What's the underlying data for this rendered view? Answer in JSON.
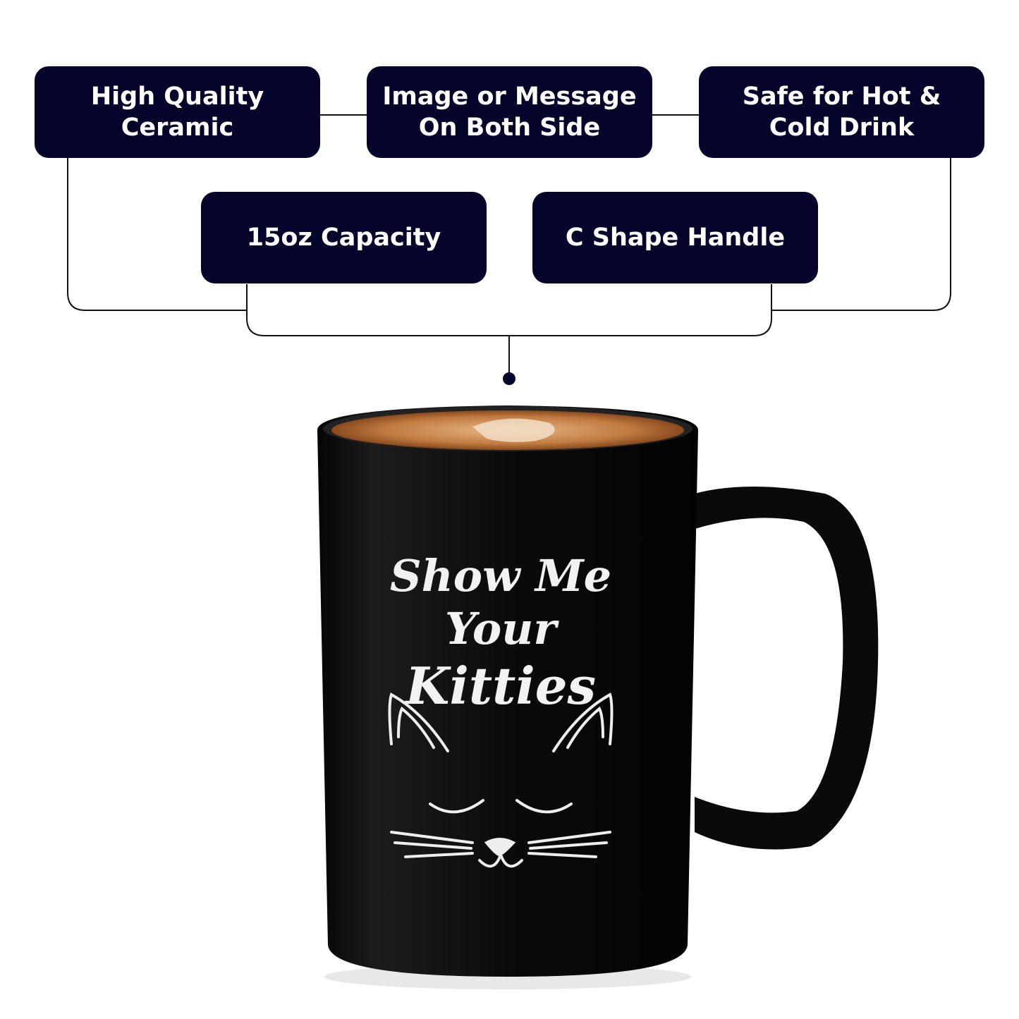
{
  "features": [
    {
      "label": "High Quality\nCeramic"
    },
    {
      "label": "Image or Message\nOn Both Side"
    },
    {
      "label": "Safe for Hot &\nCold Drink"
    },
    {
      "label": "15oz Capacity"
    },
    {
      "label": "C Shape Handle"
    }
  ],
  "mug": {
    "line1": "Show Me",
    "line2": "Your",
    "line3": "Kitties"
  },
  "colors": {
    "box": "#04042a",
    "mug": "#0a0a0a",
    "coffee": "#b86a35"
  }
}
